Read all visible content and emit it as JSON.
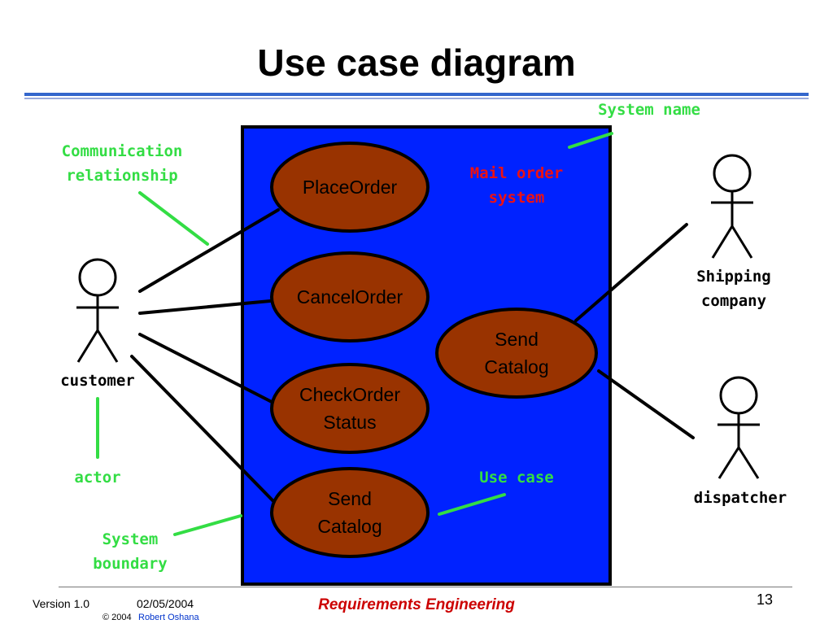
{
  "slide": {
    "title": "Use case diagram",
    "page_number": "13"
  },
  "system": {
    "name": "Mail order\nsystem",
    "colors": {
      "boundary_fill": "#0022ff",
      "use_case_fill": "#993300",
      "annotation": "#33dd44",
      "system_name": "#ee1111"
    }
  },
  "actors": {
    "customer": "customer",
    "shipping": "Shipping\ncompany",
    "dispatcher": "dispatcher"
  },
  "use_cases": {
    "place_order": "PlaceOrder",
    "cancel_order": "CancelOrder",
    "check_order_status": "CheckOrder\nStatus",
    "send_catalog_left": "Send\nCatalog",
    "send_catalog_right": "Send\nCatalog"
  },
  "annotations": {
    "system_name": "System name",
    "communication": "Communication\nrelationship",
    "actor": "actor",
    "use_case": "Use case",
    "system_boundary": "System\nboundary"
  },
  "footer": {
    "version": "Version 1.0",
    "date": "02/05/2004",
    "copyright": "© 2004",
    "author": "Robert Oshana",
    "course": "Requirements Engineering"
  }
}
